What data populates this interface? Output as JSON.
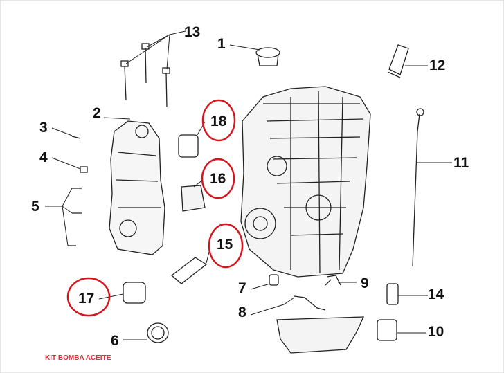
{
  "diagram": {
    "caption": "KIT BOMBA ACEITE",
    "highlight_color": "#d8141c",
    "callouts": [
      {
        "id": "1",
        "label": "1"
      },
      {
        "id": "2",
        "label": "2"
      },
      {
        "id": "3",
        "label": "3"
      },
      {
        "id": "4",
        "label": "4"
      },
      {
        "id": "5",
        "label": "5"
      },
      {
        "id": "6",
        "label": "6"
      },
      {
        "id": "7",
        "label": "7"
      },
      {
        "id": "8",
        "label": "8"
      },
      {
        "id": "9",
        "label": "9"
      },
      {
        "id": "10",
        "label": "10"
      },
      {
        "id": "11",
        "label": "11"
      },
      {
        "id": "12",
        "label": "12"
      },
      {
        "id": "13",
        "label": "13"
      },
      {
        "id": "14",
        "label": "14"
      },
      {
        "id": "15",
        "label": "15"
      },
      {
        "id": "16",
        "label": "16"
      },
      {
        "id": "17",
        "label": "17"
      },
      {
        "id": "18",
        "label": "18"
      }
    ],
    "highlighted": [
      "15",
      "16",
      "17",
      "18"
    ]
  }
}
